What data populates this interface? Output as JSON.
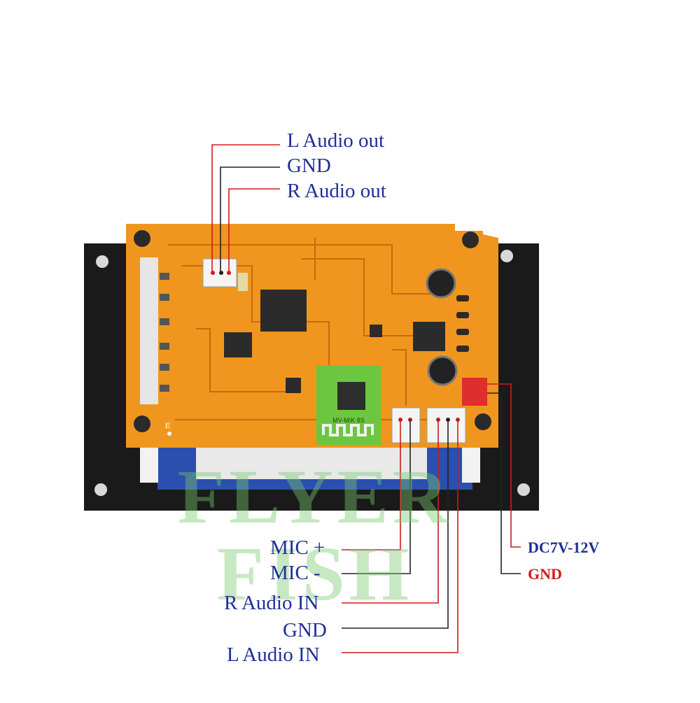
{
  "labels": {
    "top_l_out": "L Audio out",
    "top_gnd": "GND",
    "top_r_out": "R Audio out",
    "mic_plus": "MIC +",
    "mic_minus": "MIC -",
    "r_in": "R Audio IN",
    "gnd_in": "GND",
    "l_in": "L Audio IN",
    "dc": "DC7V-12V",
    "dc_gnd": "GND"
  },
  "board": {
    "module_text": "MV-MIK 8S",
    "pcb_marker": "E"
  },
  "watermark": "FLYER FISH",
  "colors": {
    "label_blue": "#1f2f96",
    "accent_red": "#d01a1a",
    "pcb_orange": "#f0961e",
    "bt_module_green": "#6cc63f",
    "panel_black": "#1a1a1a"
  }
}
